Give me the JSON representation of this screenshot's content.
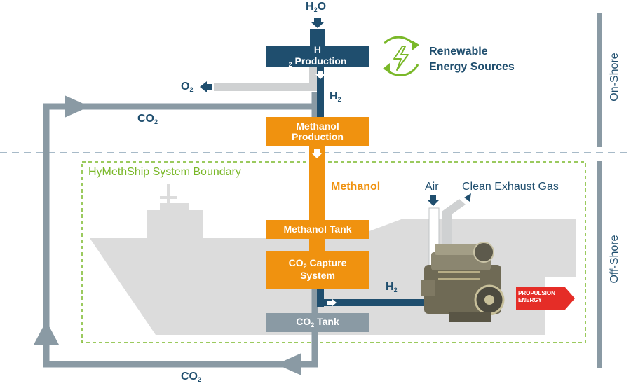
{
  "diagram": {
    "title": "HyMethShip System Boundary",
    "inputs": {
      "water": {
        "main": "H",
        "sub": "2",
        "rest": "O"
      },
      "renewable_line1": "Renewable",
      "renewable_line2": "Energy Sources"
    },
    "onshore": {
      "label": "On-Shore",
      "h2_production": {
        "main": "H",
        "sub": "2",
        "rest": " Production"
      },
      "o2": {
        "main": "O",
        "sub": "2"
      },
      "h2_line": {
        "main": "H",
        "sub": "2"
      },
      "methanol_production_line1": "Methanol",
      "methanol_production_line2": "Production"
    },
    "offshore": {
      "label": "Off-Shore",
      "methanol_label": "Methanol",
      "methanol_tank": "Methanol Tank",
      "co2_capture": {
        "main": "CO",
        "sub": "2",
        "rest": " Capture",
        "line2": "System"
      },
      "h2_engine": {
        "main": "H",
        "sub": "2"
      },
      "co2_tank": {
        "main": "CO",
        "sub": "2",
        "rest": " Tank"
      },
      "air": "Air",
      "clean_exhaust": "Clean Exhaust Gas",
      "propulsion_line1": "PROPULSION",
      "propulsion_line2": "ENERGY"
    },
    "co2_return_top": {
      "main": "CO",
      "sub": "2"
    },
    "co2_return_bottom": {
      "main": "CO",
      "sub": "2"
    },
    "colors": {
      "navy": "#1f4e6e",
      "orange": "#f0920f",
      "grey": "#8a9aa4",
      "light_grey": "#cfd1d2",
      "green": "#7ab829",
      "red": "#e52d27"
    }
  }
}
